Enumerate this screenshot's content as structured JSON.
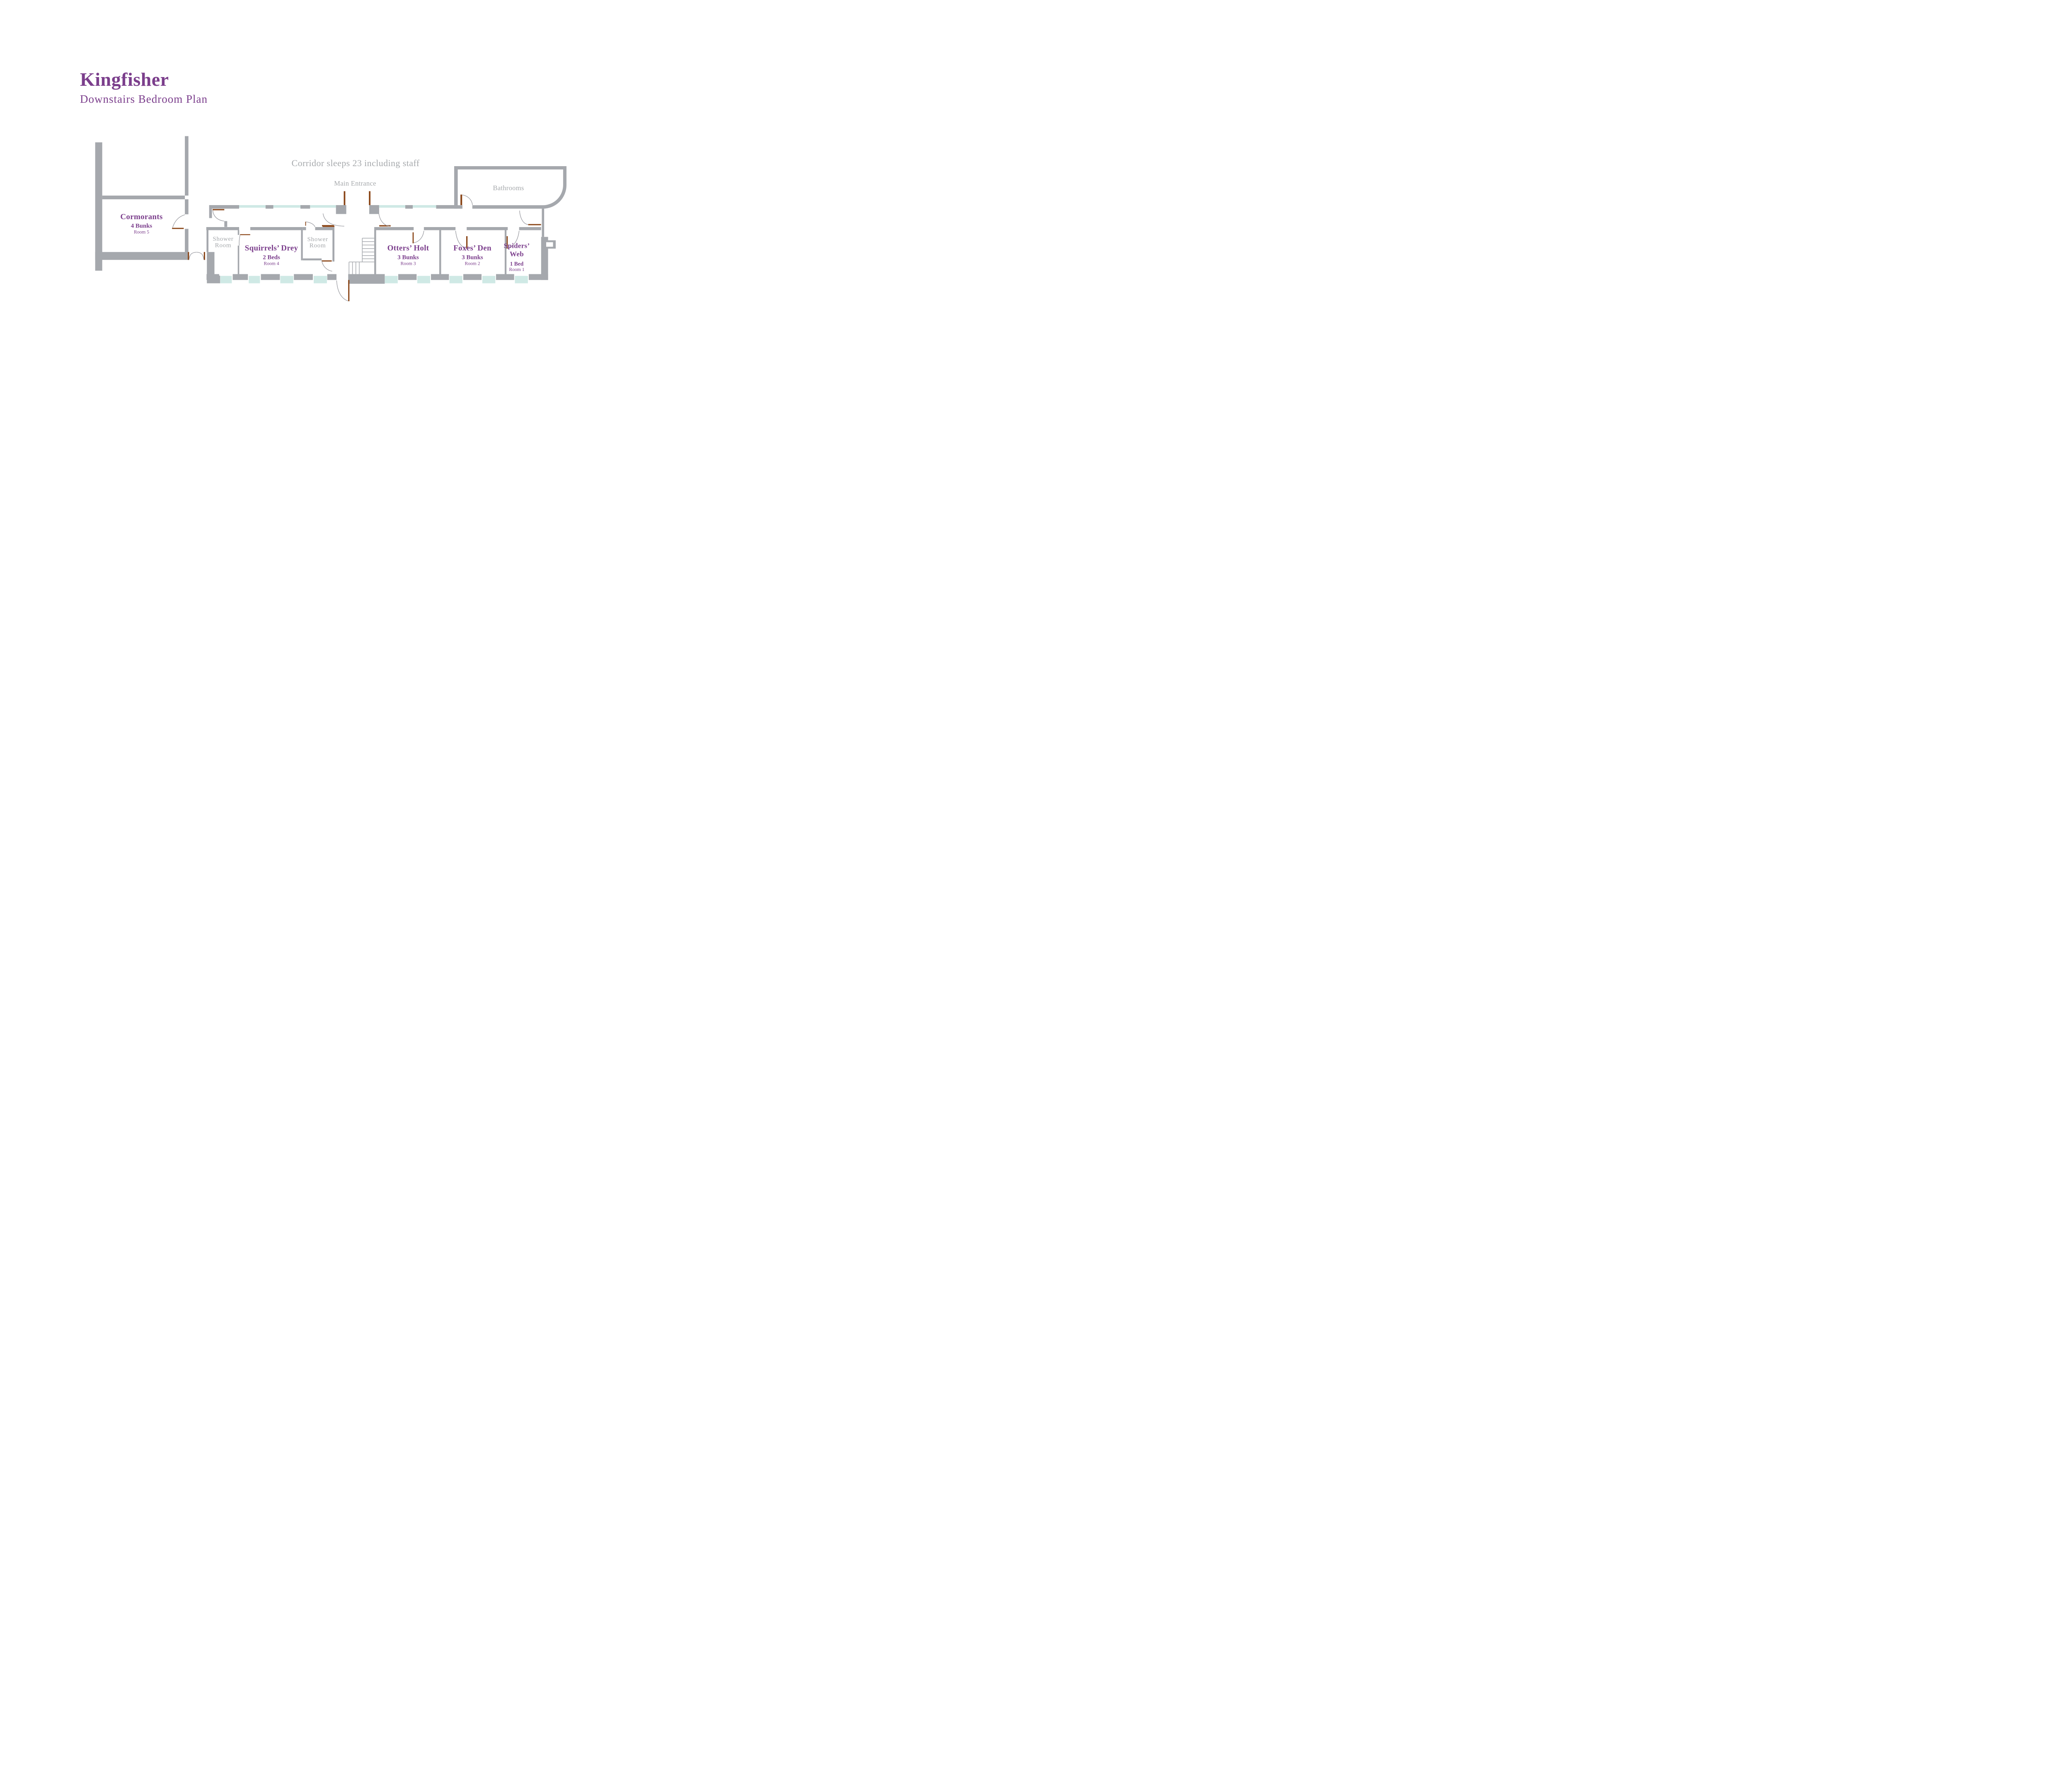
{
  "title": "Kingfisher",
  "subtitle": "Downstairs Bedroom Plan",
  "corridor_note": "Corridor sleeps 23 including staff",
  "labels": {
    "main_entrance": "Main Entrance",
    "bathrooms": "Bathrooms",
    "shower_room_lines": [
      "Shower",
      "Room"
    ]
  },
  "rooms": [
    {
      "id": "cormorants",
      "name": "Cormorants",
      "capacity": "4 Bunks",
      "room": "Room 5"
    },
    {
      "id": "squirrels-drey",
      "name": "Squirrels’ Drey",
      "capacity": "2 Beds",
      "room": "Room 4"
    },
    {
      "id": "otters-holt",
      "name": "Otters’ Holt",
      "capacity": "3 Bunks",
      "room": "Room 3"
    },
    {
      "id": "foxes-den",
      "name": "Foxes’ Den",
      "capacity": "3 Bunks",
      "room": "Room 2"
    },
    {
      "id": "spiders-web",
      "name": "Spiders’ Web",
      "name_lines": [
        "Spiders’",
        "Web"
      ],
      "capacity": "1 Bed",
      "room": "Room 1"
    }
  ],
  "colors": {
    "wall": "#a5a8ad",
    "window": "#cfe9e5",
    "door": "#8a4517",
    "arc": "#9b9ca2",
    "purple": "#7b3e8c",
    "graytext": "#a6a9ac",
    "background": "#ffffff"
  }
}
